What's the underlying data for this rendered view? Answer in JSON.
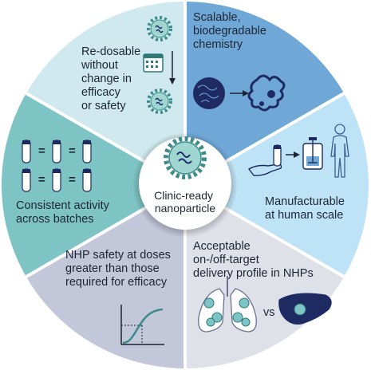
{
  "center": {
    "lines": [
      "Clinic-ready",
      "nanoparticle"
    ]
  },
  "segments": [
    {
      "id": "redosable",
      "lines": [
        "Re-dosable",
        "without",
        "change in",
        "efficacy",
        "or safety"
      ],
      "color": "#cfe9ee"
    },
    {
      "id": "chemistry",
      "lines": [
        "Scalable,",
        "biodegradable",
        "chemistry"
      ],
      "color": "#6fa8d6"
    },
    {
      "id": "manufacturable",
      "lines": [
        "Manufacturable",
        "at human scale"
      ],
      "color": "#bfe3f6"
    },
    {
      "id": "delivery",
      "lines": [
        "Acceptable",
        "on-/off-target",
        "delivery profile in NHPs"
      ],
      "color": "#dfe1e9"
    },
    {
      "id": "safety",
      "lines": [
        "NHP safety at doses",
        "greater than those",
        "required for efficacy"
      ],
      "color": "#c3c7da"
    },
    {
      "id": "consistency",
      "lines": [
        "Consistent activity",
        "across batches"
      ],
      "color": "#7ec4c4"
    }
  ],
  "symbols": {
    "equals": "=",
    "versus": "vs"
  },
  "icons": [
    "nanoparticle-icon",
    "calendar-icon",
    "polymer-icon",
    "tube-icon",
    "bioreactor-icon",
    "human-icon",
    "hand-icon",
    "lungs-icon",
    "liver-icon",
    "dose-curve-icon"
  ]
}
